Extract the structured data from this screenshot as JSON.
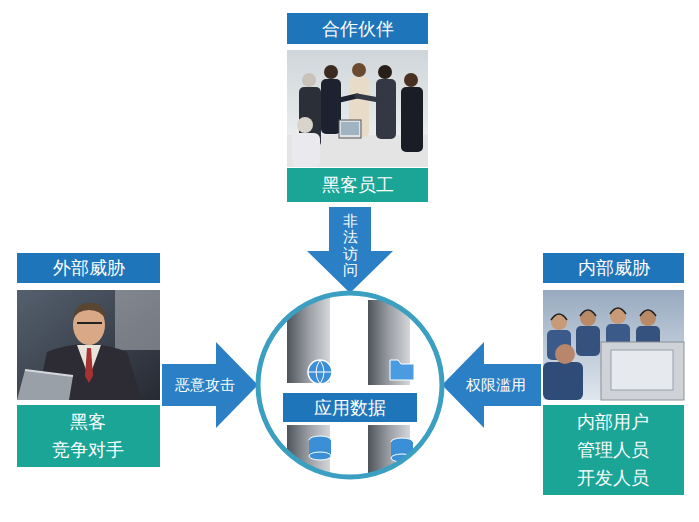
{
  "diagram": {
    "nodes": [
      {
        "text": [
          "合作伙伴",
          "黑客员工"
        ]
      },
      {
        "text": [
          "外部威胁",
          "黑客 竞争对手"
        ]
      },
      {
        "text": [
          "内部威胁",
          "内部用户 管理人员 开发人员"
        ]
      },
      {
        "text": [
          "应用数据"
        ]
      }
    ],
    "edges": [
      {
        "from": 0,
        "to": 3,
        "label": "非法访问",
        "arrow": "to"
      },
      {
        "from": 1,
        "to": 3,
        "label": "恶意攻击",
        "arrow": "to"
      },
      {
        "from": 2,
        "to": 3,
        "label": "权限滥用",
        "arrow": "to"
      }
    ]
  }
}
